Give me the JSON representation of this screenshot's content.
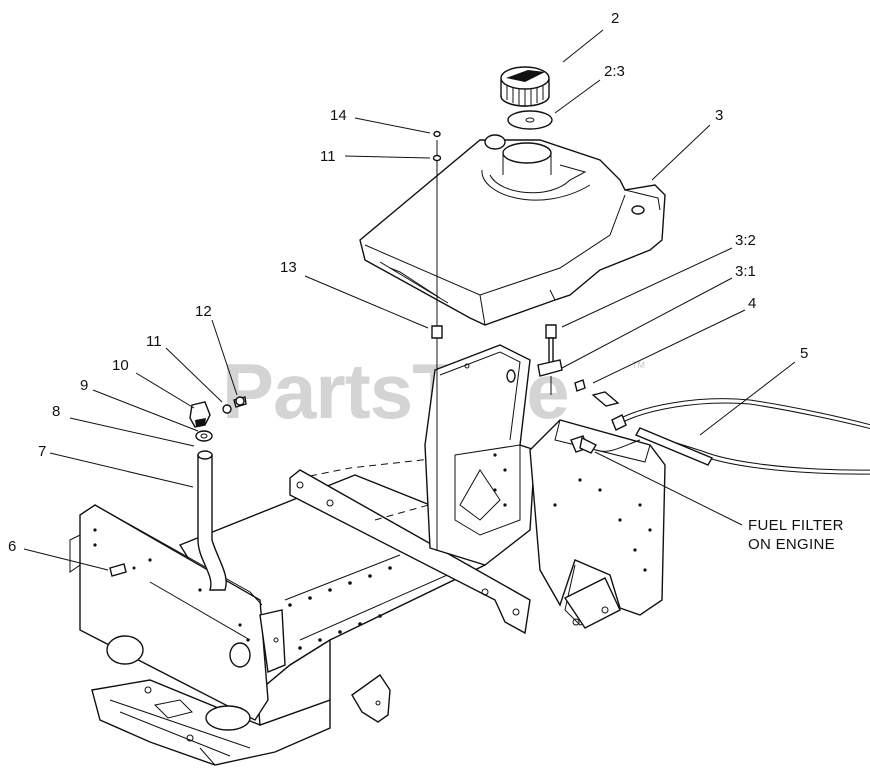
{
  "watermark": "PartsTree",
  "watermark_tm": "TM",
  "callouts": {
    "c2": "2",
    "c2_3": "2:3",
    "c3": "3",
    "c14": "14",
    "c11a": "11",
    "c13": "13",
    "c3_2": "3:2",
    "c3_1": "3:1",
    "c4": "4",
    "c5": "5",
    "c12": "12",
    "c11b": "11",
    "c10": "10",
    "c9": "9",
    "c8": "8",
    "c7": "7",
    "c6": "6"
  },
  "note": {
    "line1": "FUEL FILTER",
    "line2": "ON ENGINE"
  }
}
